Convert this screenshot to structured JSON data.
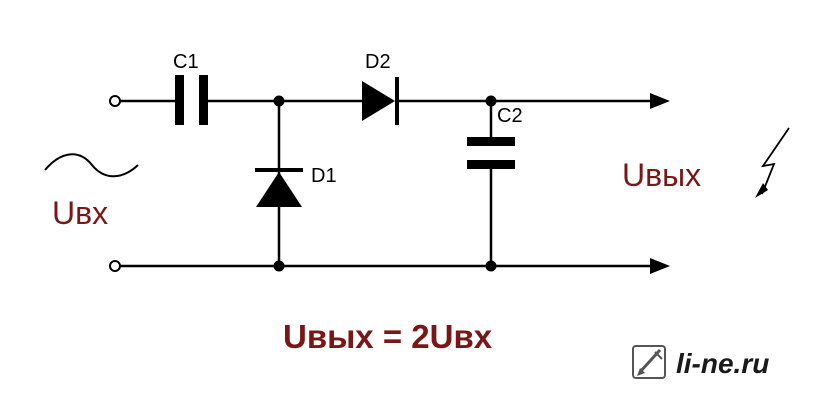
{
  "colors": {
    "wire": "#000000",
    "text_accent": "#7a1616",
    "logo": "#555555"
  },
  "labels": {
    "c1": "C1",
    "c2": "C2",
    "d1": "D1",
    "d2": "D2",
    "u_in": "Uвх",
    "u_out": "Uвых",
    "formula": "Uвых = 2Uвх"
  },
  "watermark": {
    "site": "li-ne.ru",
    "icon": "pen-edit-logo-icon"
  }
}
